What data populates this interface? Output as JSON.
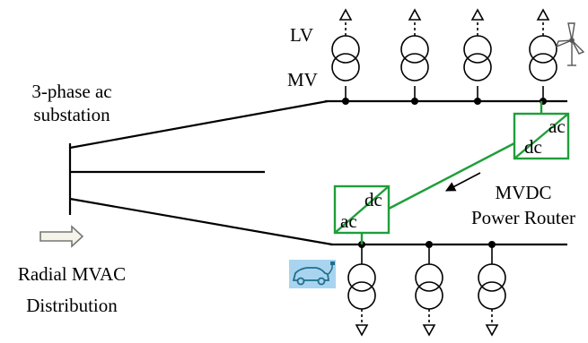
{
  "labels": {
    "lv": "LV",
    "mv": "MV",
    "substation_line1": "3-phase ac",
    "substation_line2": "substation",
    "radial_line1": "Radial MVAC",
    "radial_line2": "Distribution",
    "router_line1": "MVDC",
    "router_line2": "Power Router"
  },
  "converters": {
    "top": {
      "ac": "ac",
      "dc": "dc"
    },
    "bottom": {
      "ac": "ac",
      "dc": "dc"
    }
  },
  "icons": {
    "wind": "wind-turbine-icon",
    "ev": "electric-vehicle-icon",
    "flow": "flow-arrow-icon",
    "router_direction": "power-flow-arrow-icon"
  },
  "colors": {
    "converter": "#1f9e3a",
    "ev_background": "#a9d4f0",
    "ev_car": "#1f6f8a",
    "line": "#000000"
  }
}
